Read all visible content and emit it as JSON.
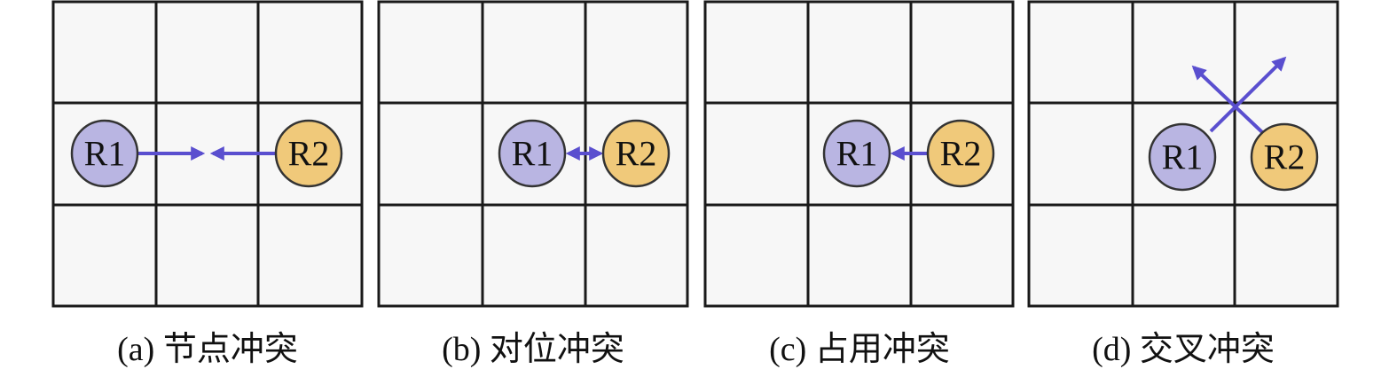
{
  "panels": [
    {
      "caption": "(a) 节点冲突",
      "robot1": "R1",
      "robot2": "R2"
    },
    {
      "caption": "(b) 对位冲突",
      "robot1": "R1",
      "robot2": "R2"
    },
    {
      "caption": "(c) 占用冲突",
      "robot1": "R1",
      "robot2": "R2"
    },
    {
      "caption": "(d) 交叉冲突",
      "robot1": "R1",
      "robot2": "R2"
    }
  ],
  "colors": {
    "robot1": "#b9b5e2",
    "robot2": "#f0c97a",
    "arrow": "#5a4fcf",
    "grid": "#1a1a1a"
  }
}
